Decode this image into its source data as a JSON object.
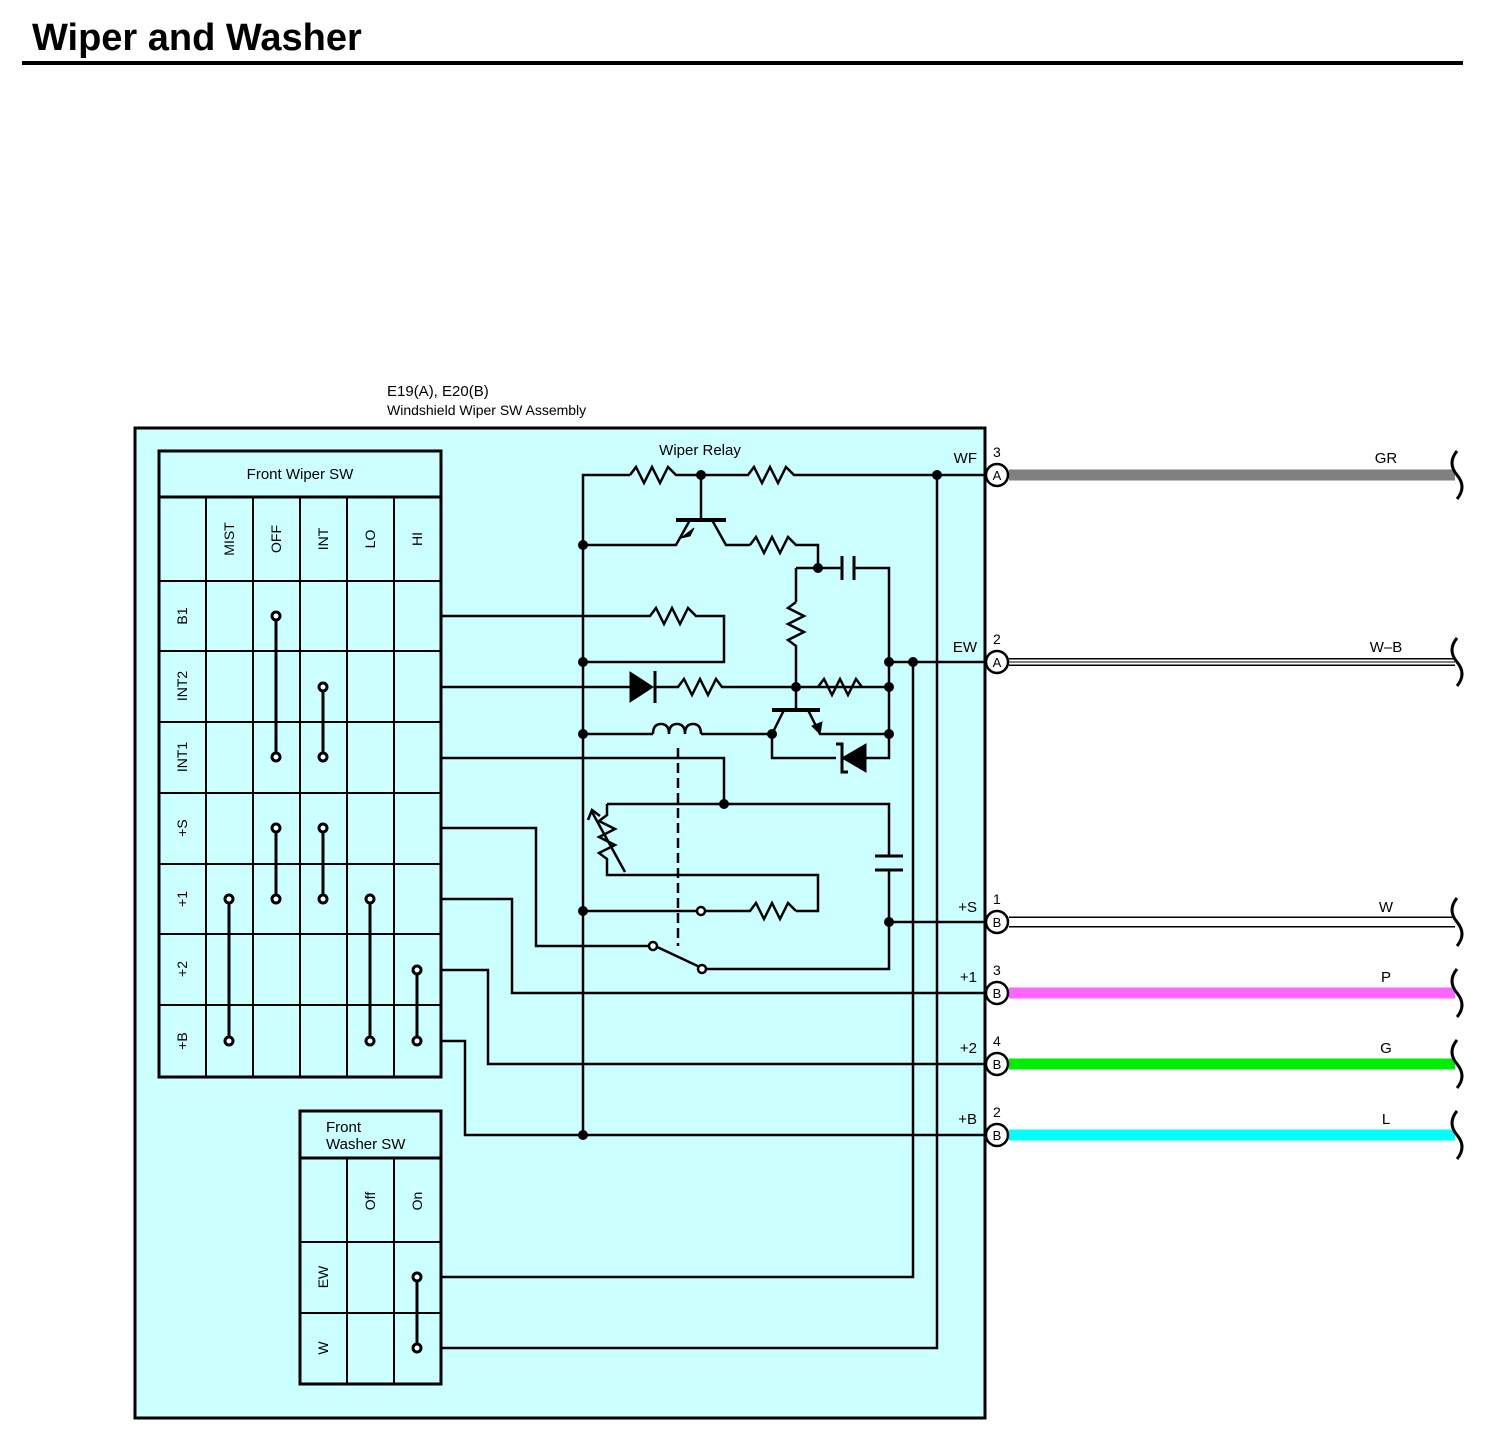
{
  "title": "Wiper and Washer",
  "component": {
    "id": "E19(A), E20(B)",
    "name": "Windshield Wiper SW Assembly"
  },
  "relay": {
    "label": "Wiper Relay"
  },
  "wiper_switch": {
    "title": "Front Wiper SW",
    "positions": [
      "MIST",
      "OFF",
      "INT",
      "LO",
      "HI"
    ],
    "terminals": [
      "B1",
      "INT2",
      "INT1",
      "+S",
      "+1",
      "+2",
      "+B"
    ]
  },
  "washer_switch": {
    "title_line1": "Front",
    "title_line2": "Washer SW",
    "positions": [
      "Off",
      "On"
    ],
    "terminals": [
      "EW",
      "W"
    ]
  },
  "connectors": [
    {
      "terminal": "WF",
      "pin": "3",
      "letter": "A",
      "wire": "GR",
      "color": "#808080"
    },
    {
      "terminal": "EW",
      "pin": "2",
      "letter": "A",
      "wire": "W–B",
      "color": "#ffffff"
    },
    {
      "terminal": "+S",
      "pin": "1",
      "letter": "B",
      "wire": "W",
      "color": "#ffffff"
    },
    {
      "terminal": "+1",
      "pin": "3",
      "letter": "B",
      "wire": "P",
      "color": "#ff66ff"
    },
    {
      "terminal": "+2",
      "pin": "4",
      "letter": "B",
      "wire": "G",
      "color": "#00ee00"
    },
    {
      "terminal": "+B",
      "pin": "2",
      "letter": "B",
      "wire": "L",
      "color": "#00ffff"
    }
  ],
  "colors": {
    "assembly_fill": "#ccffff",
    "line": "#000000"
  }
}
